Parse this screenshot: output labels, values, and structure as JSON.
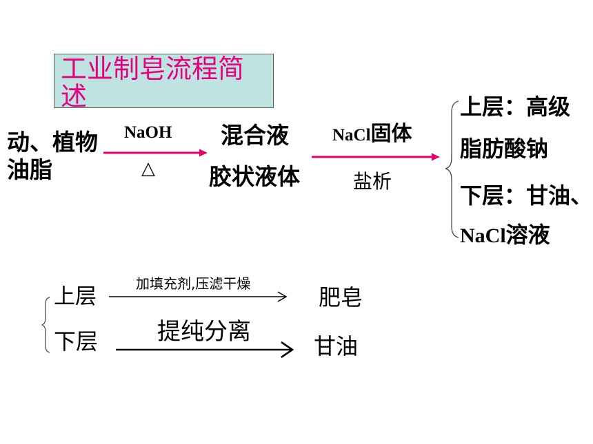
{
  "title": "工业制皂流程简述",
  "top_flow": {
    "reactant_line1": "动、植物",
    "reactant_line2": "油脂",
    "reagent1": "NaOH",
    "condition1": "△",
    "mixture_line1": "混合液",
    "mixture_line2": "胶状液体",
    "reagent2_formula": "NaCl",
    "reagent2_text": "固体",
    "operation2": "盐析",
    "upper_line1": "上层：高级",
    "upper_line2": "脂肪酸钠",
    "lower_line1": "下层：甘油、",
    "lower_formula": "NaCl",
    "lower_text": "溶液"
  },
  "bottom_flow": {
    "upper_label": "上层",
    "upper_process": "加填充剂,压滤干燥",
    "upper_product": "肥皂",
    "lower_label": "下层",
    "lower_process": "提纯分离",
    "lower_product": "甘油"
  },
  "colors": {
    "title_text": "#e4007f",
    "title_bg": "#bfe3e1",
    "arrow_pink": "#e6006e",
    "text": "#000000"
  }
}
